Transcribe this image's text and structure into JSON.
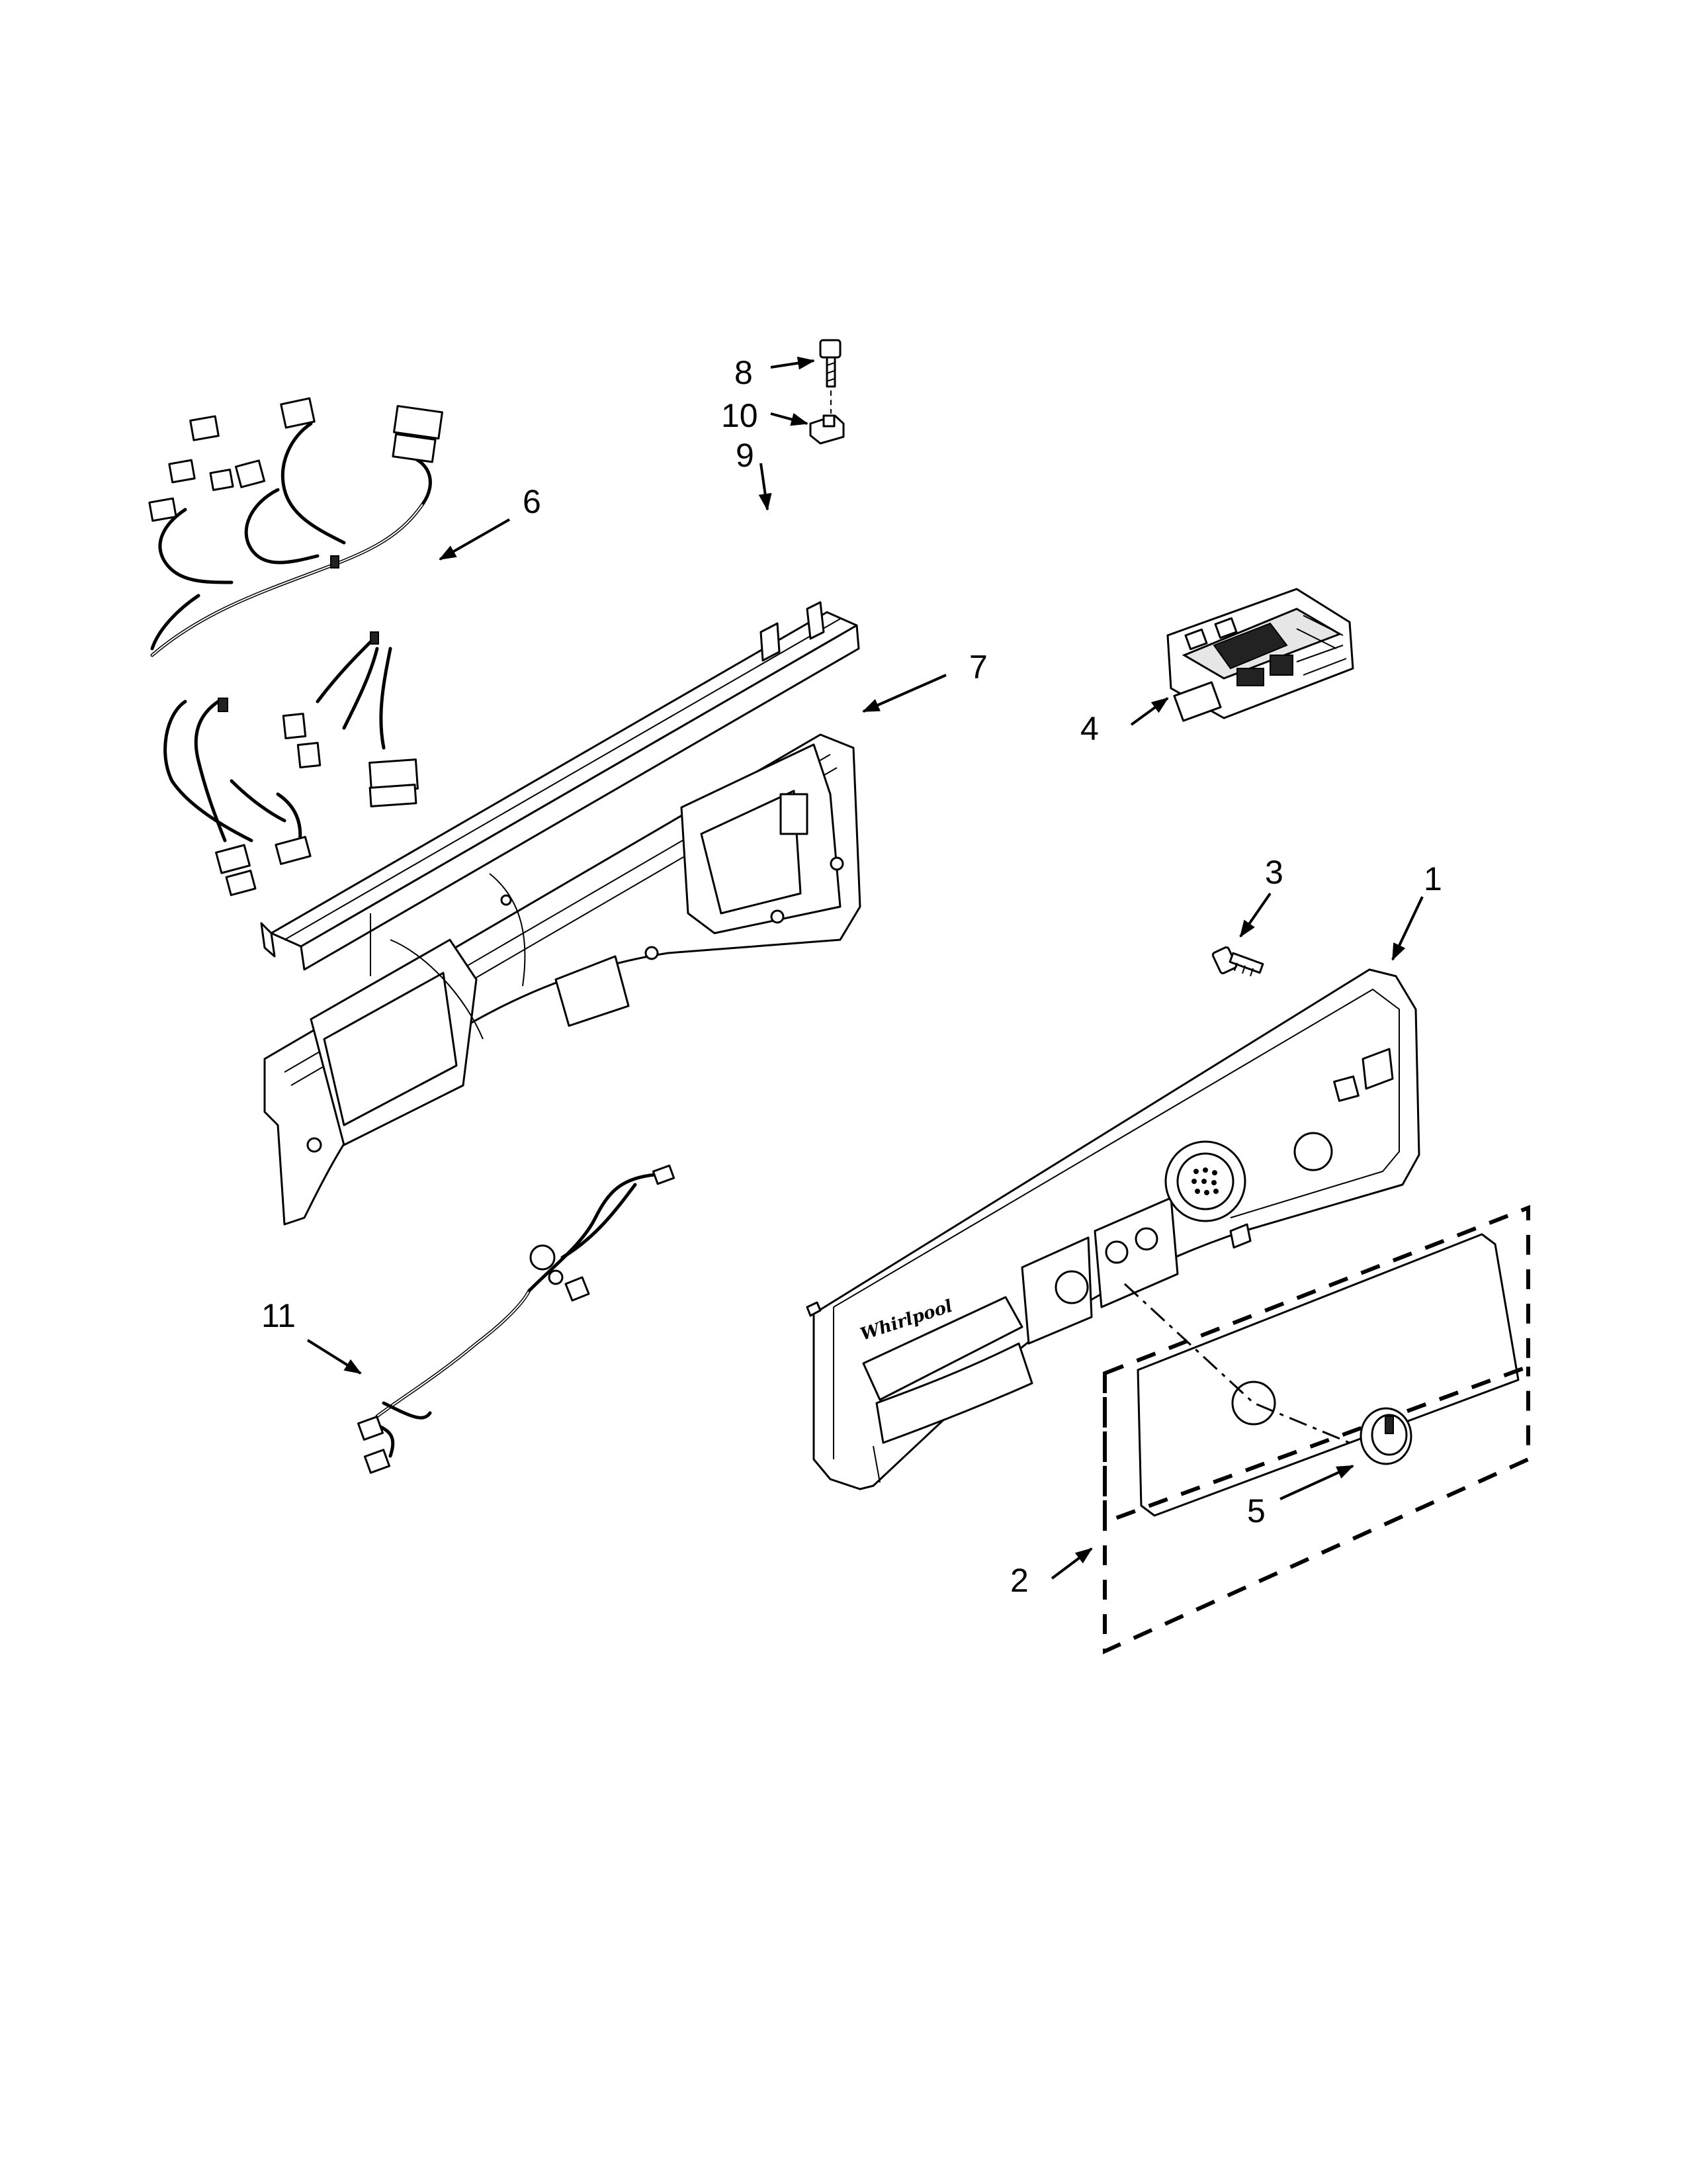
{
  "callouts": [
    {
      "id": "1",
      "text": "1"
    },
    {
      "id": "2",
      "text": "2"
    },
    {
      "id": "3",
      "text": "3"
    },
    {
      "id": "4",
      "text": "4"
    },
    {
      "id": "5",
      "text": "5"
    },
    {
      "id": "6",
      "text": "6"
    },
    {
      "id": "7",
      "text": "7"
    },
    {
      "id": "8",
      "text": "8"
    },
    {
      "id": "9",
      "text": "9"
    },
    {
      "id": "10",
      "text": "10"
    },
    {
      "id": "11",
      "text": "11"
    }
  ],
  "brand_logo_text": "Whirlpool"
}
